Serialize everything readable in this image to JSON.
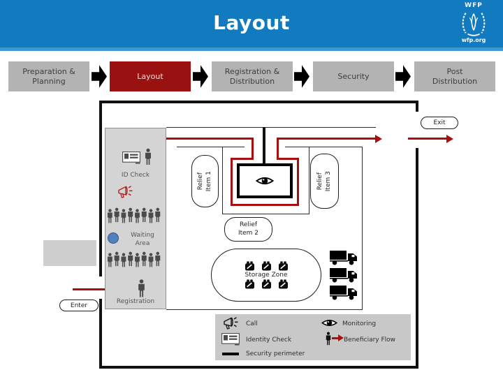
{
  "header": {
    "title": "Layout",
    "logo": {
      "wordmark": "WFP",
      "website": "wfp.org"
    }
  },
  "process": {
    "steps": [
      {
        "label": "Preparation &\nPlanning",
        "active": false
      },
      {
        "label": "Layout",
        "active": true
      },
      {
        "label": "Registration &\nDistribution",
        "active": false
      },
      {
        "label": "Security",
        "active": false
      },
      {
        "label": "Post\nDistribution",
        "active": false
      }
    ]
  },
  "diagram": {
    "gates": {
      "enter": "Enter",
      "exit": "Exit"
    },
    "panel": {
      "id_check": "ID Check",
      "waiting_area": "Waiting\nArea",
      "registration": "Registration"
    },
    "stations": {
      "relief_item_1": "Relief\nItem 1",
      "relief_item_2": "Relief\nItem 2",
      "relief_item_3": "Relief\nItem 3",
      "storage_zone": "Storage Zone"
    },
    "legend": {
      "call": "Call",
      "monitoring": "Monitoring",
      "identity_check": "Identity Check",
      "beneficiary_flow": "Beneficiary Flow",
      "security_perimeter": "Security perimeter"
    }
  },
  "icons": {
    "megaphone-icon": "call announcement",
    "eye-icon": "monitoring",
    "id-card-icon": "identity check",
    "person-icon": "beneficiary",
    "crowd-icon": "group of beneficiaries",
    "truck-icon": "supply truck",
    "sack-icon": "relief goods",
    "blue-dot-icon": "waiting area marker",
    "flow-arrow-icon": "process step arrow",
    "wfp-emblem-icon": "WFP logo"
  },
  "colors": {
    "header_blue": "#127ABF",
    "active_step_red": "#9A1111",
    "flow_red": "#A81010",
    "step_gray": "#B3B3B3",
    "panel_gray": "#D4D4D4",
    "legend_gray": "#C8C8C8"
  }
}
